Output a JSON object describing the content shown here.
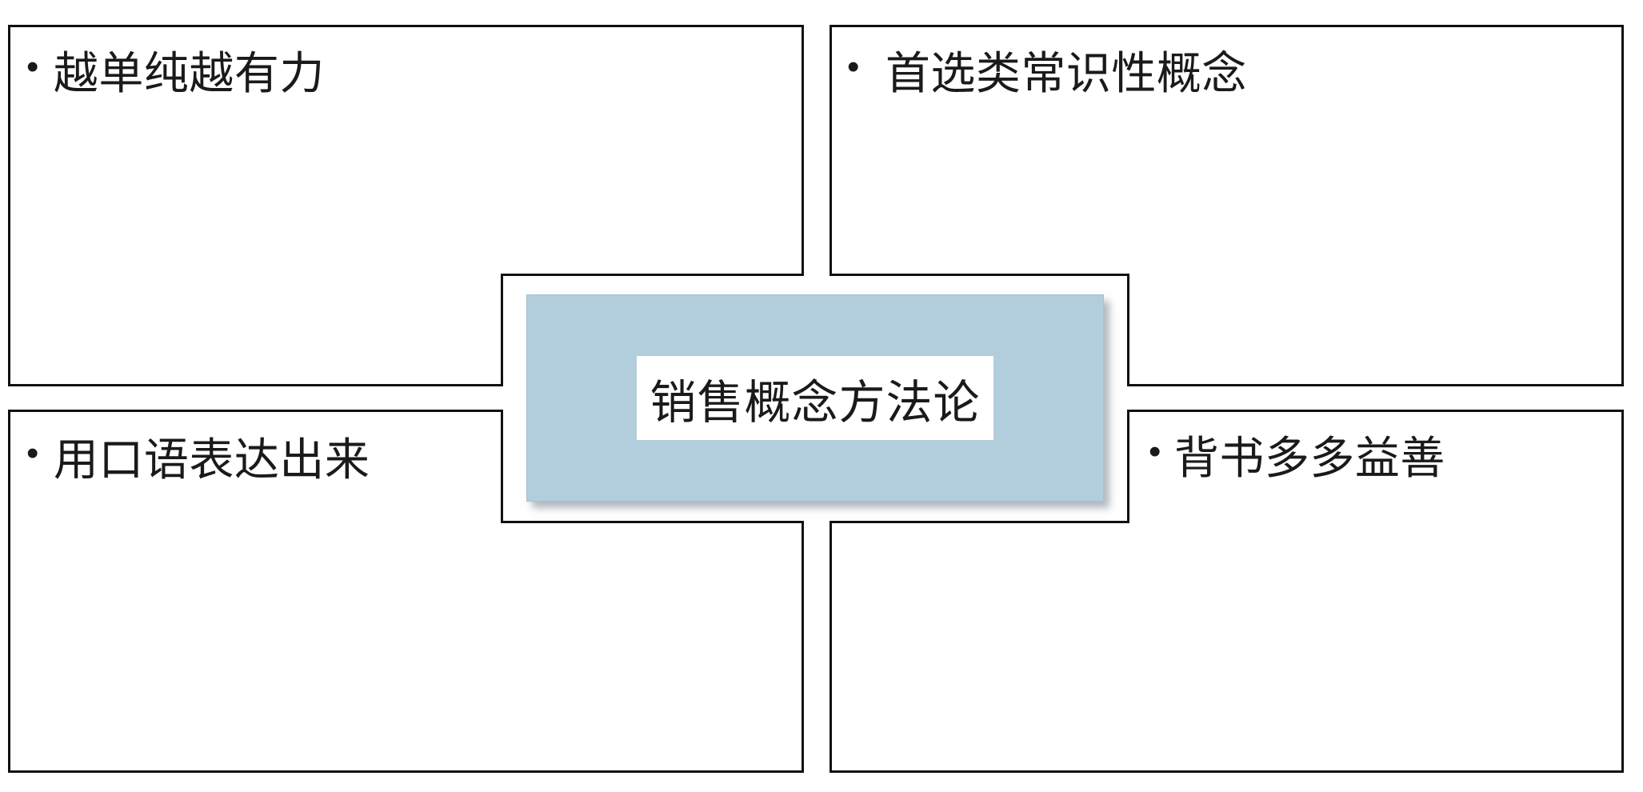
{
  "diagram": {
    "center": {
      "title": "销售概念方法论"
    },
    "quadrants": [
      {
        "position": "top-left",
        "bullet": "•",
        "label": "越单纯越有力"
      },
      {
        "position": "top-right",
        "bullet": "•",
        "label": "首选类常识性概念"
      },
      {
        "position": "bottom-left",
        "bullet": "•",
        "label": "用口语表达出来"
      },
      {
        "position": "bottom-right",
        "bullet": "•",
        "label": "背书多多益善"
      }
    ],
    "colors": {
      "background": "#ffffff",
      "box_fill": "#ffffff",
      "box_border": "#111111",
      "text": "#1a1a1a",
      "center_fill": "#b2cedd",
      "title_panel_fill": "#ffffff"
    }
  }
}
